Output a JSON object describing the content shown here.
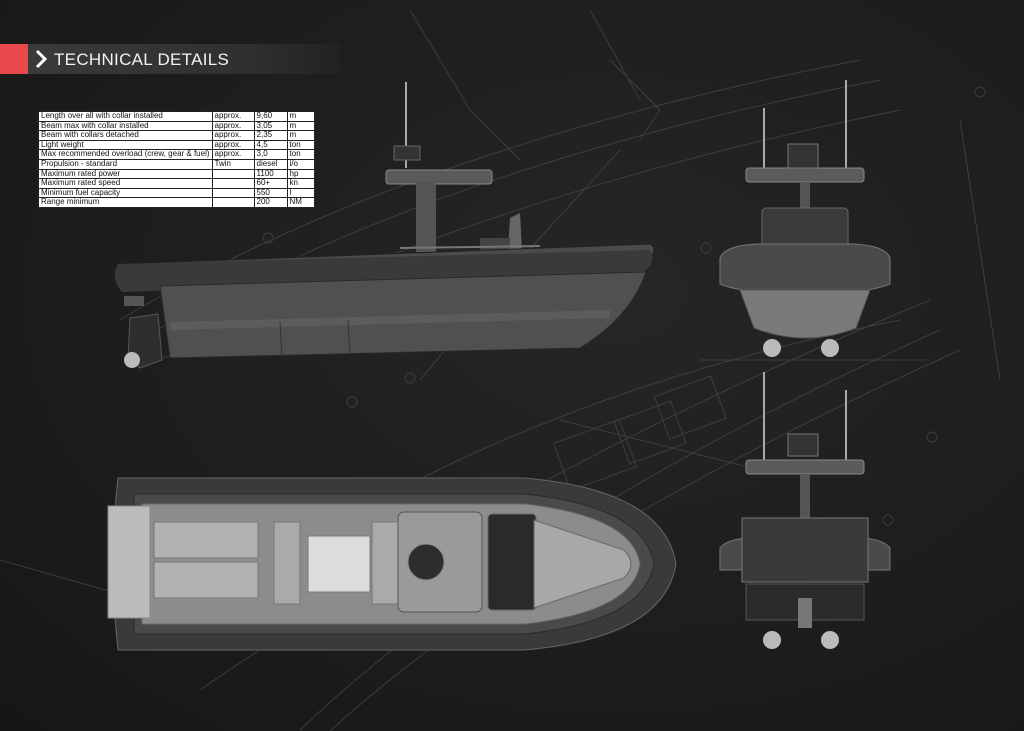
{
  "header": {
    "title": "TECHNICAL DETAILS",
    "icon": "chevron-right-icon",
    "accent": "#e8494a"
  },
  "specs": {
    "rows": [
      {
        "label": "Length over all with collar installed",
        "qualifier": "approx.",
        "value": "9,60",
        "unit": "m"
      },
      {
        "label": "Beam max with collar installed",
        "qualifier": "approx.",
        "value": "3,05",
        "unit": "m"
      },
      {
        "label": "Beam with collars detached",
        "qualifier": "approx.",
        "value": "2,35",
        "unit": "m"
      },
      {
        "label": "Light weight",
        "qualifier": "approx.",
        "value": "4,5",
        "unit": "ton"
      },
      {
        "label": "Max recommended overload (crew, gear & fuel)",
        "qualifier": "approx.",
        "value": "3,0",
        "unit": "ton"
      },
      {
        "label": "Propulsion - standard",
        "qualifier": "Twin",
        "value": "diesel",
        "unit": "i/o"
      },
      {
        "label": "Maximum rated power",
        "qualifier": "",
        "value": "1100",
        "unit": "hp"
      },
      {
        "label": "Maximum rated speed",
        "qualifier": "",
        "value": "60+",
        "unit": "kn"
      },
      {
        "label": "Minimum fuel capacity",
        "qualifier": "",
        "value": "550",
        "unit": "l"
      },
      {
        "label": "Range minimum",
        "qualifier": "",
        "value": "200",
        "unit": "NM"
      }
    ]
  },
  "colors": {
    "background": "#1d1d1d",
    "hull": "#3c3c3c",
    "deck": "#9a9a9a",
    "line": "#5a5a5a"
  }
}
